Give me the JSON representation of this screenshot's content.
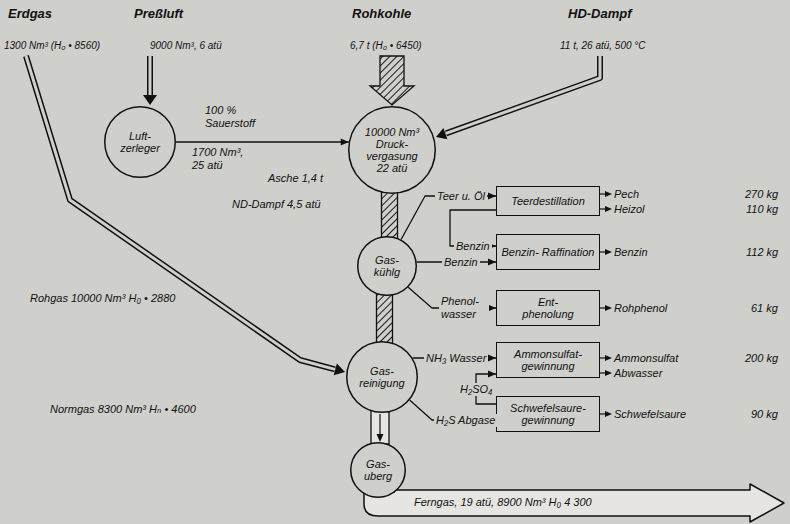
{
  "diagram": {
    "nodes": [
      {
        "text": [
          "Luft- zerleger"
        ]
      },
      {
        "text": [
          "10000 Nm³",
          "Druck- vergasung",
          "22 atü"
        ]
      },
      {
        "text": [
          "Gas- kühlg"
        ]
      },
      {
        "text": [
          "Gas- reinigung"
        ]
      },
      {
        "text": [
          "Gas- uberg"
        ]
      },
      {
        "text": [
          "Teerdestillation"
        ]
      },
      {
        "text": [
          "Benzin- Raffination"
        ]
      },
      {
        "text": [
          "Ent- phenolung"
        ]
      },
      {
        "text": [
          "Ammonsulfat- gewinnung"
        ]
      },
      {
        "text": [
          "Schwefelsaure- gewinnung"
        ]
      }
    ],
    "edges": [
      {
        "from": 0,
        "to": 1,
        "arrow": "to",
        "label": "1700 Nm³, 25 atü"
      },
      {
        "from": 1,
        "to": 2,
        "arrow": "none"
      },
      {
        "from": 2,
        "to": 3,
        "arrow": "none"
      },
      {
        "from": 3,
        "to": 4,
        "arrow": "to"
      },
      {
        "from": 2,
        "to": 5,
        "arrow": "to",
        "label": "Teer u. Öl"
      },
      {
        "from": 5,
        "to": 6,
        "arrow": "to",
        "label": "Benzin"
      },
      {
        "from": 2,
        "to": 6,
        "arrow": "to",
        "label": "Benzin"
      },
      {
        "from": 2,
        "to": 7,
        "arrow": "to",
        "label": "Phenol- wasser"
      },
      {
        "from": 3,
        "to": 8,
        "arrow": "to",
        "label": "NH₃ Wasser"
      },
      {
        "from": 9,
        "to": 8,
        "arrow": "to",
        "label": "H₂SO₄"
      },
      {
        "from": 3,
        "to": 9,
        "arrow": "to",
        "label": "H₂S Abgase"
      }
    ],
    "labels": [
      "Erdgas",
      "1300 Nm³ (H₀ • 8560)",
      "Preßluft",
      "9000 Nm³, 6 atü",
      "Rohkohle",
      "6,7 t (H₀ • 6450)",
      "HD-Dampf",
      "11 t, 26 atü, 500 °C",
      "100 % Sauerstoff",
      "Asche 1,4 t",
      "ND-Dampf 4,5 atü",
      "Rohgas 10000 Nm³ H₀ • 2880",
      "Normgas 8300 Nm³ Hₙ • 4600",
      "Ferngas, 19 atü, 8900 Nm³ H₀ 4 300",
      "Pech",
      "270 kg",
      "Heizol",
      "110 kg",
      "Benzin",
      "112 kg",
      "Rohphenol",
      "61 kg",
      "Ammonsulfat",
      "200 kg",
      "Abwasser",
      "Schwefelsaure",
      "90 kg"
    ]
  }
}
